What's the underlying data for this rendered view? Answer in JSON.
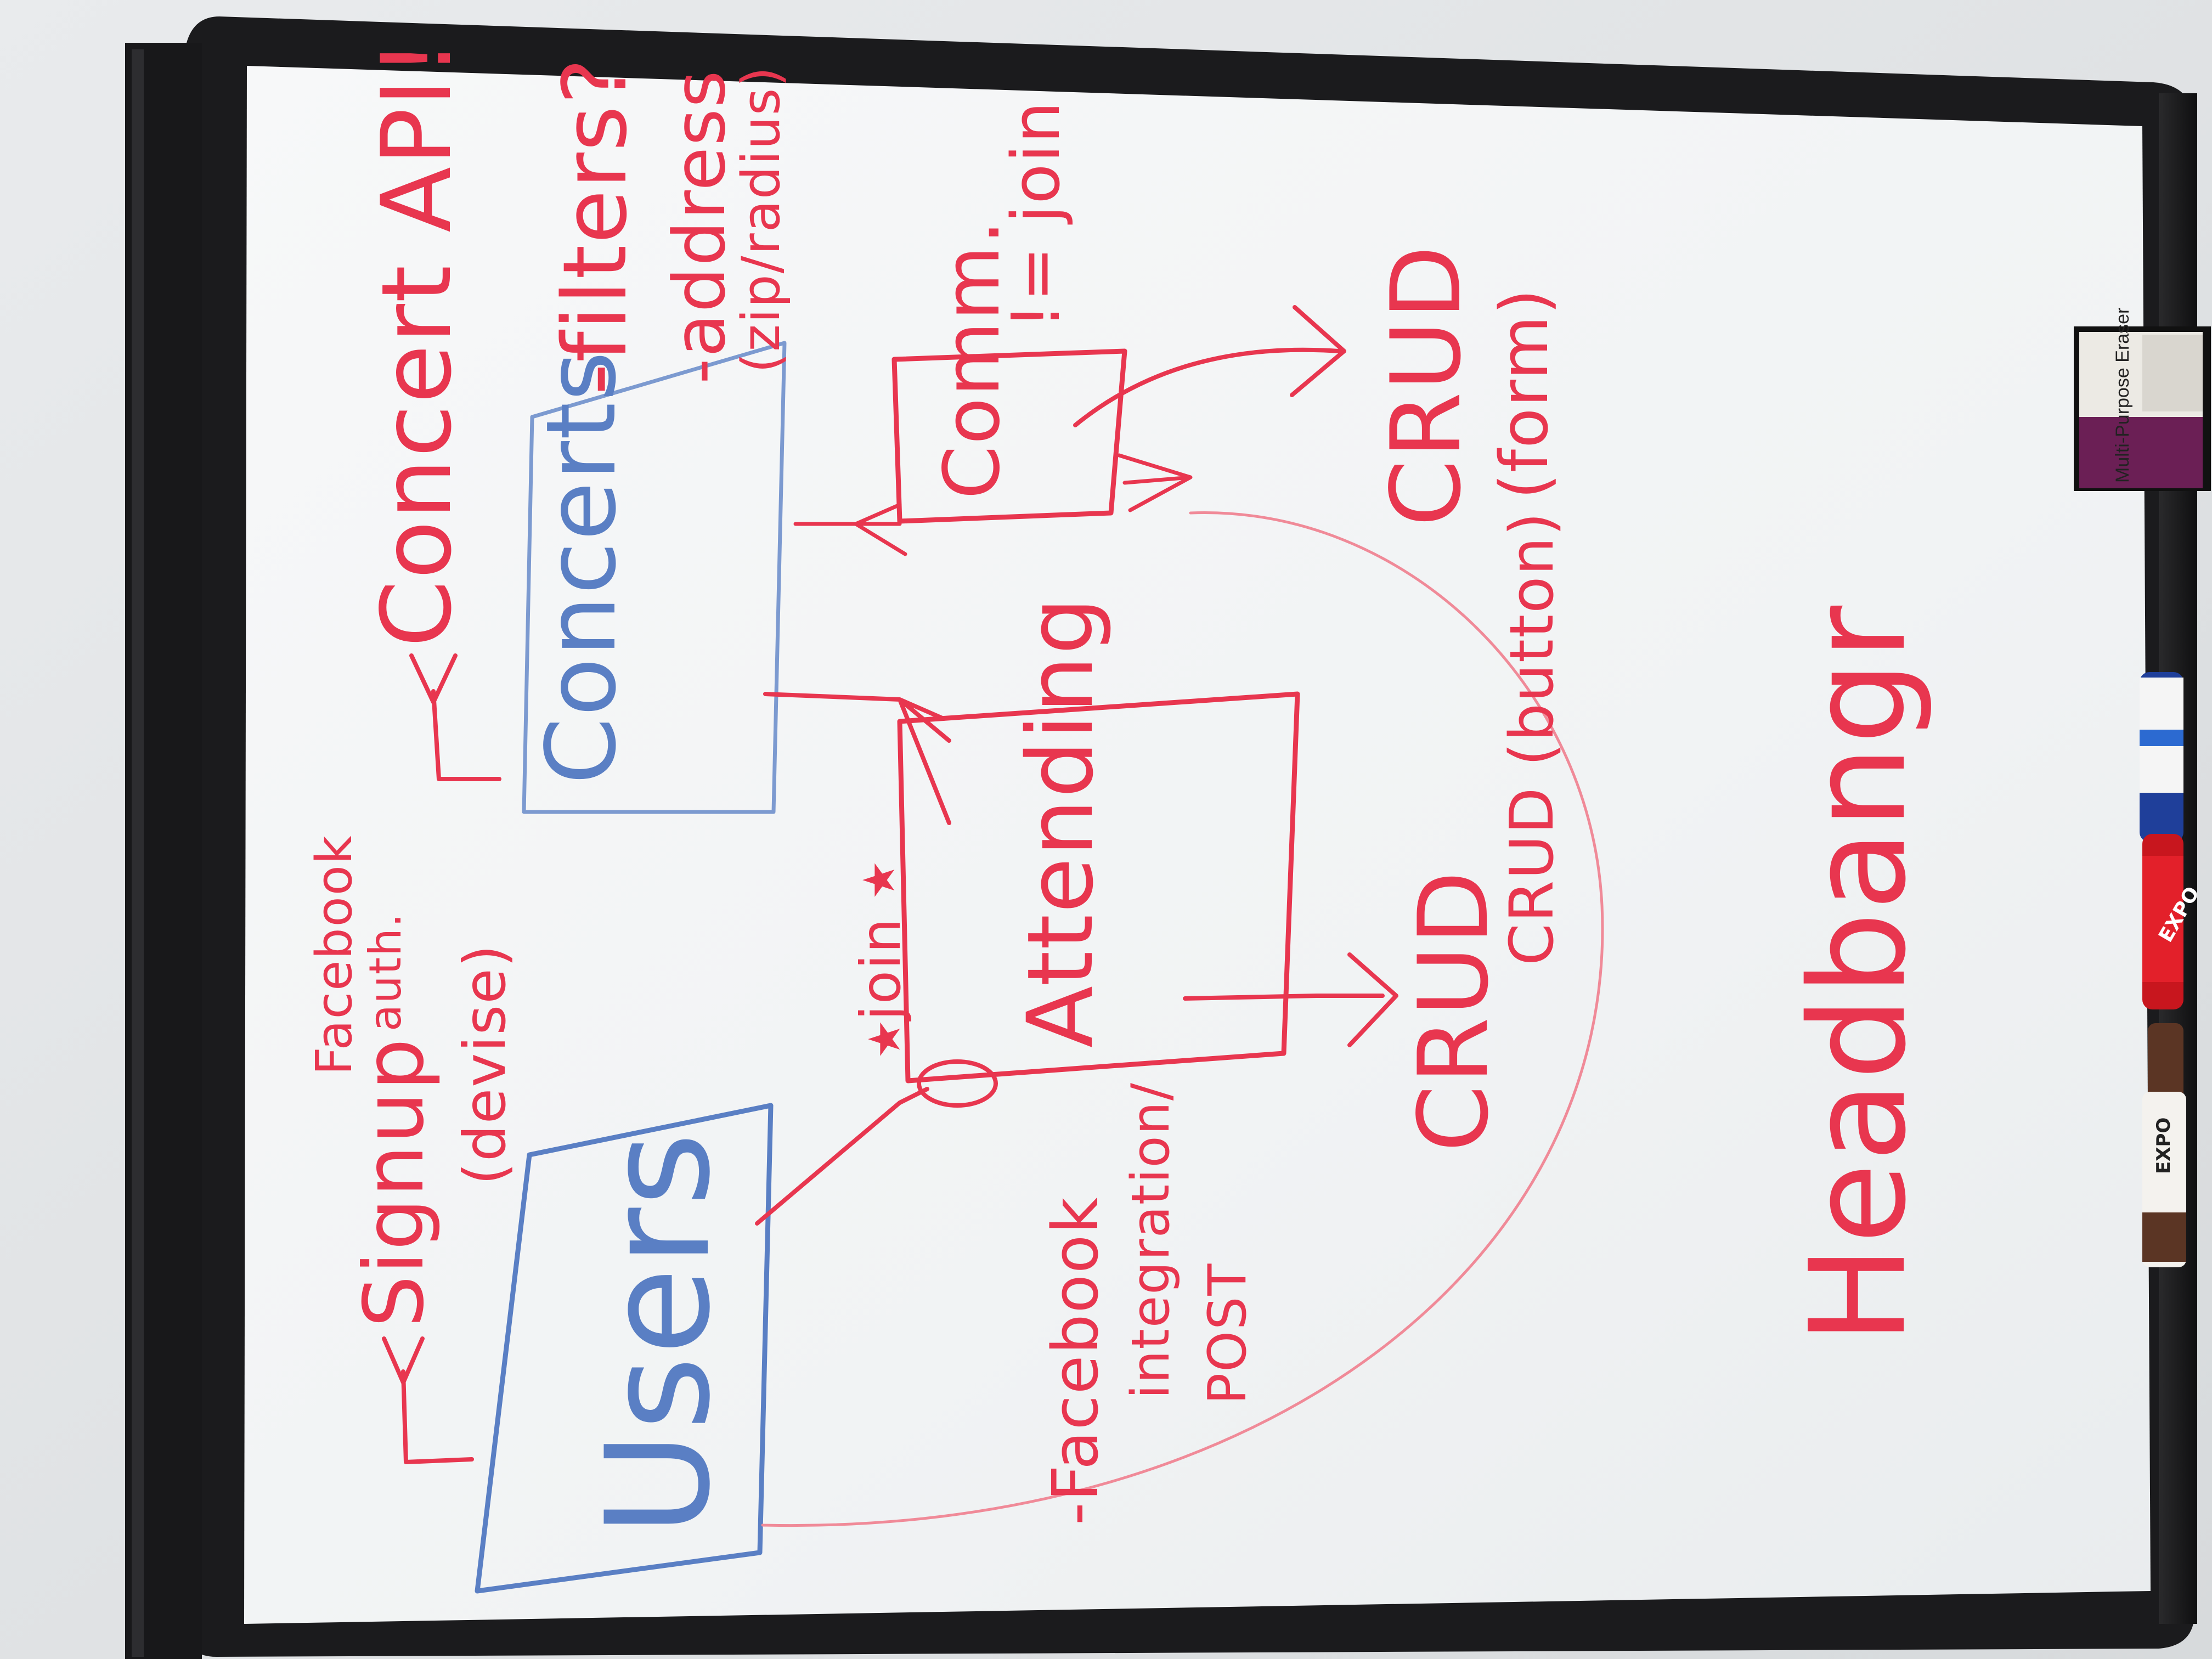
{
  "whiteboard": {
    "title": "Headbangr",
    "texts": {
      "signup": "Signup",
      "devise": "(devise)",
      "facebook": "Facebook",
      "auth": "auth.",
      "concert_api": "Concert API!",
      "filters": "-filters?",
      "address": "-address",
      "zip_radius": "(zip/radius)",
      "not_join": "!= join",
      "users": "Users",
      "concerts": "Concerts",
      "comm": "Comm.",
      "attending": "Attending",
      "join": "join",
      "crud": "CRUD",
      "crud_button": "CRUD (button)",
      "crud_form": "CRUD",
      "form": "(form)",
      "fb_integration_1": "-Facebook",
      "fb_integration_2": "integration/",
      "fb_integration_3": "POST"
    }
  },
  "tray": {
    "eraser_label": "Multi-Purpose Eraser",
    "marker_brand": "EXPO"
  },
  "colors": {
    "red_ink": "#e8364f",
    "blue_ink": "#5a7fc4",
    "board": "#f4f6f7",
    "frame": "#1b1b1d",
    "wall": "#e4e6e8"
  }
}
